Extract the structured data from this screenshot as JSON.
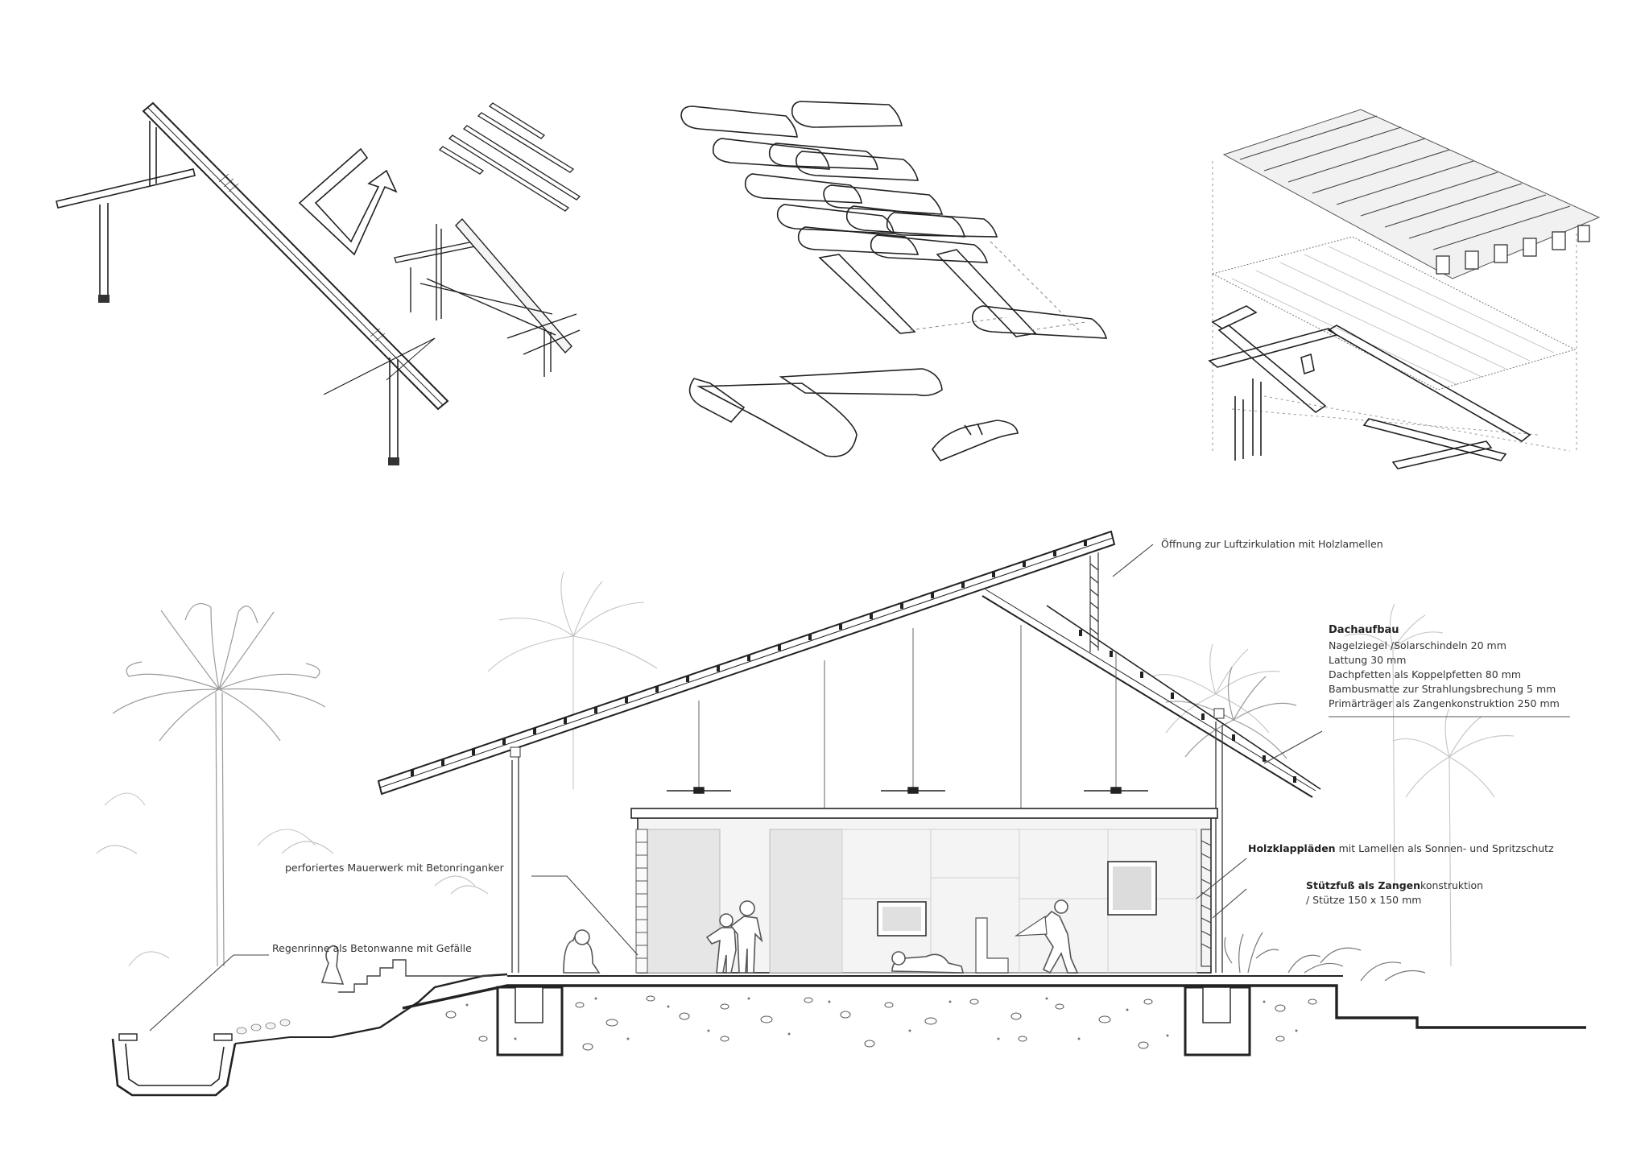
{
  "callouts": {
    "ventilation": "Öffnung zur Luftzirkulation mit Holzlamellen",
    "masonry": "perforiertes Mauerwerk mit Betonringanker",
    "gutter": "Regenrinne als Betonwanne mit Gefälle",
    "shutters_bold": "Holzklappläden",
    "shutters_rest": " mit Lamellen als Sonnen- und Spritzschutz",
    "footing_bold": "Stützfuß als Zangen",
    "footing_rest": "konstruktion",
    "footing_line2": "/ Stütze 150 x 150 mm"
  },
  "roof_buildup": {
    "title": "Dachaufbau",
    "layers": [
      "Nagelziegel /Solarschindeln 20 mm",
      "Lattung 30 mm",
      "Dachpfetten als Koppelpfetten 80 mm",
      "Bambusmatte zur Strahlungsbrechung 5 mm",
      "Primärträger als Zangenkonstruktion 250 mm"
    ]
  }
}
